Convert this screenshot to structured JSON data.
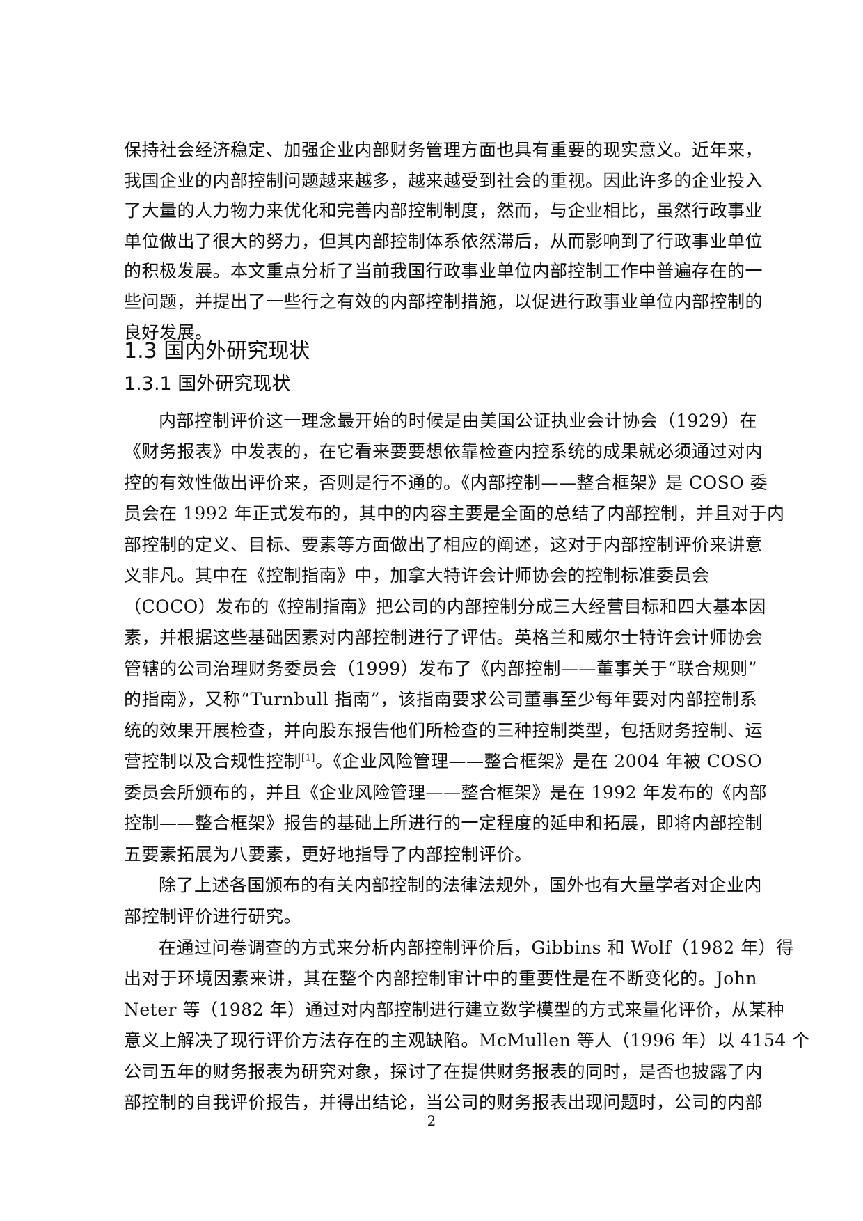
{
  "page": {
    "number": "2"
  },
  "intro_paragraph": {
    "lines": [
      "保持社会经济稳定、加强企业内部财务管理方面也具有重要的现实意义。近年来，",
      "我国企业的内部控制问题越来越多，越来越受到社会的重视。因此许多的企业投入",
      "了大量的人力物力来优化和完善内部控制制度，然而，与企业相比，虽然行政事业",
      "单位做出了很大的努力，但其内部控制体系依然滞后，从而影响到了行政事业单位",
      "的积极发展。本文重点分析了当前我国行政事业单位内部控制工作中普遍存在的一",
      "些问题，并提出了一些行之有效的内部控制措施，以促进行政事业单位内部控制的",
      "良好发展。"
    ]
  },
  "section": {
    "heading": "1.3 国内外研究现状",
    "subsection": {
      "heading": "1.3.1 国外研究现状",
      "paragraph_1": {
        "lines": [
          "内部控制评价这一理念最开始的时候是由美国公证执业会计协会（1929）在",
          "《财务报表》中发表的，在它看来要要想依靠检查内控系统的成果就必须通过对内",
          "控的有效性做出评价来，否则是行不通的。《内部控制——整合框架》是 COSO 委",
          "员会在 1992 年正式发布的，其中的内容主要是全面的总结了内部控制，并且对于内",
          "部控制的定义、目标、要素等方面做出了相应的阐述，这对于内部控制评价来讲意",
          "义非凡。其中在《控制指南》中，加拿大特许会计师协会的控制标准委员会",
          "（COCO）发布的《控制指南》把公司的内部控制分成三大经营目标和四大基本因",
          "素，并根据这些基础因素对内部控制进行了评估。英格兰和威尔士特许会计师协会",
          "管辖的公司治理财务委员会（1999）发布了《内部控制——董事关于“联合规则”",
          "的指南》，又称“Turnbull 指南”，该指南要求公司董事至少每年要对内部控制系",
          "统的效果开展检查，并向股东报告他们所检查的三种控制类型，包括财务控制、运"
        ],
        "line_12_before_sup": "营控制以及合规性控制",
        "citation": "[1]",
        "line_12_after_sup": "。《企业风险管理——整合框架》是在 2004  年被 COSO",
        "lines_after": [
          "委员会所颁布的，并且《企业风险管理——整合框架》是在 1992  年发布的《内部",
          "控制——整合框架》报告的基础上所进行的一定程度的延申和拓展，即将内部控制",
          "五要素拓展为八要素，更好地指导了内部控制评价。"
        ]
      },
      "paragraph_2": {
        "lines": [
          "除了上述各国颁布的有关内部控制的法律法规外，国外也有大量学者对企业内",
          "部控制评价进行研究。"
        ]
      },
      "paragraph_3": {
        "lines": [
          "在通过问卷调查的方式来分析内部控制评价后，Gibbins 和  Wolf（1982 年）得",
          "出对于环境因素来讲，其在整个内部控制审计中的重要性是在不断变化的。John",
          "Neter 等（1982 年）通过对内部控制进行建立数学模型的方式来量化评价，从某种",
          "意义上解决了现行评价方法存在的主观缺陷。McMullen 等人（1996 年）以 4154 个",
          "公司五年的财务报表为研究对象，探讨了在提供财务报表的同时，是否也披露了内",
          "部控制的自我评价报告，并得出结论，当公司的财务报表出现问题时，公司的内部"
        ]
      }
    }
  }
}
